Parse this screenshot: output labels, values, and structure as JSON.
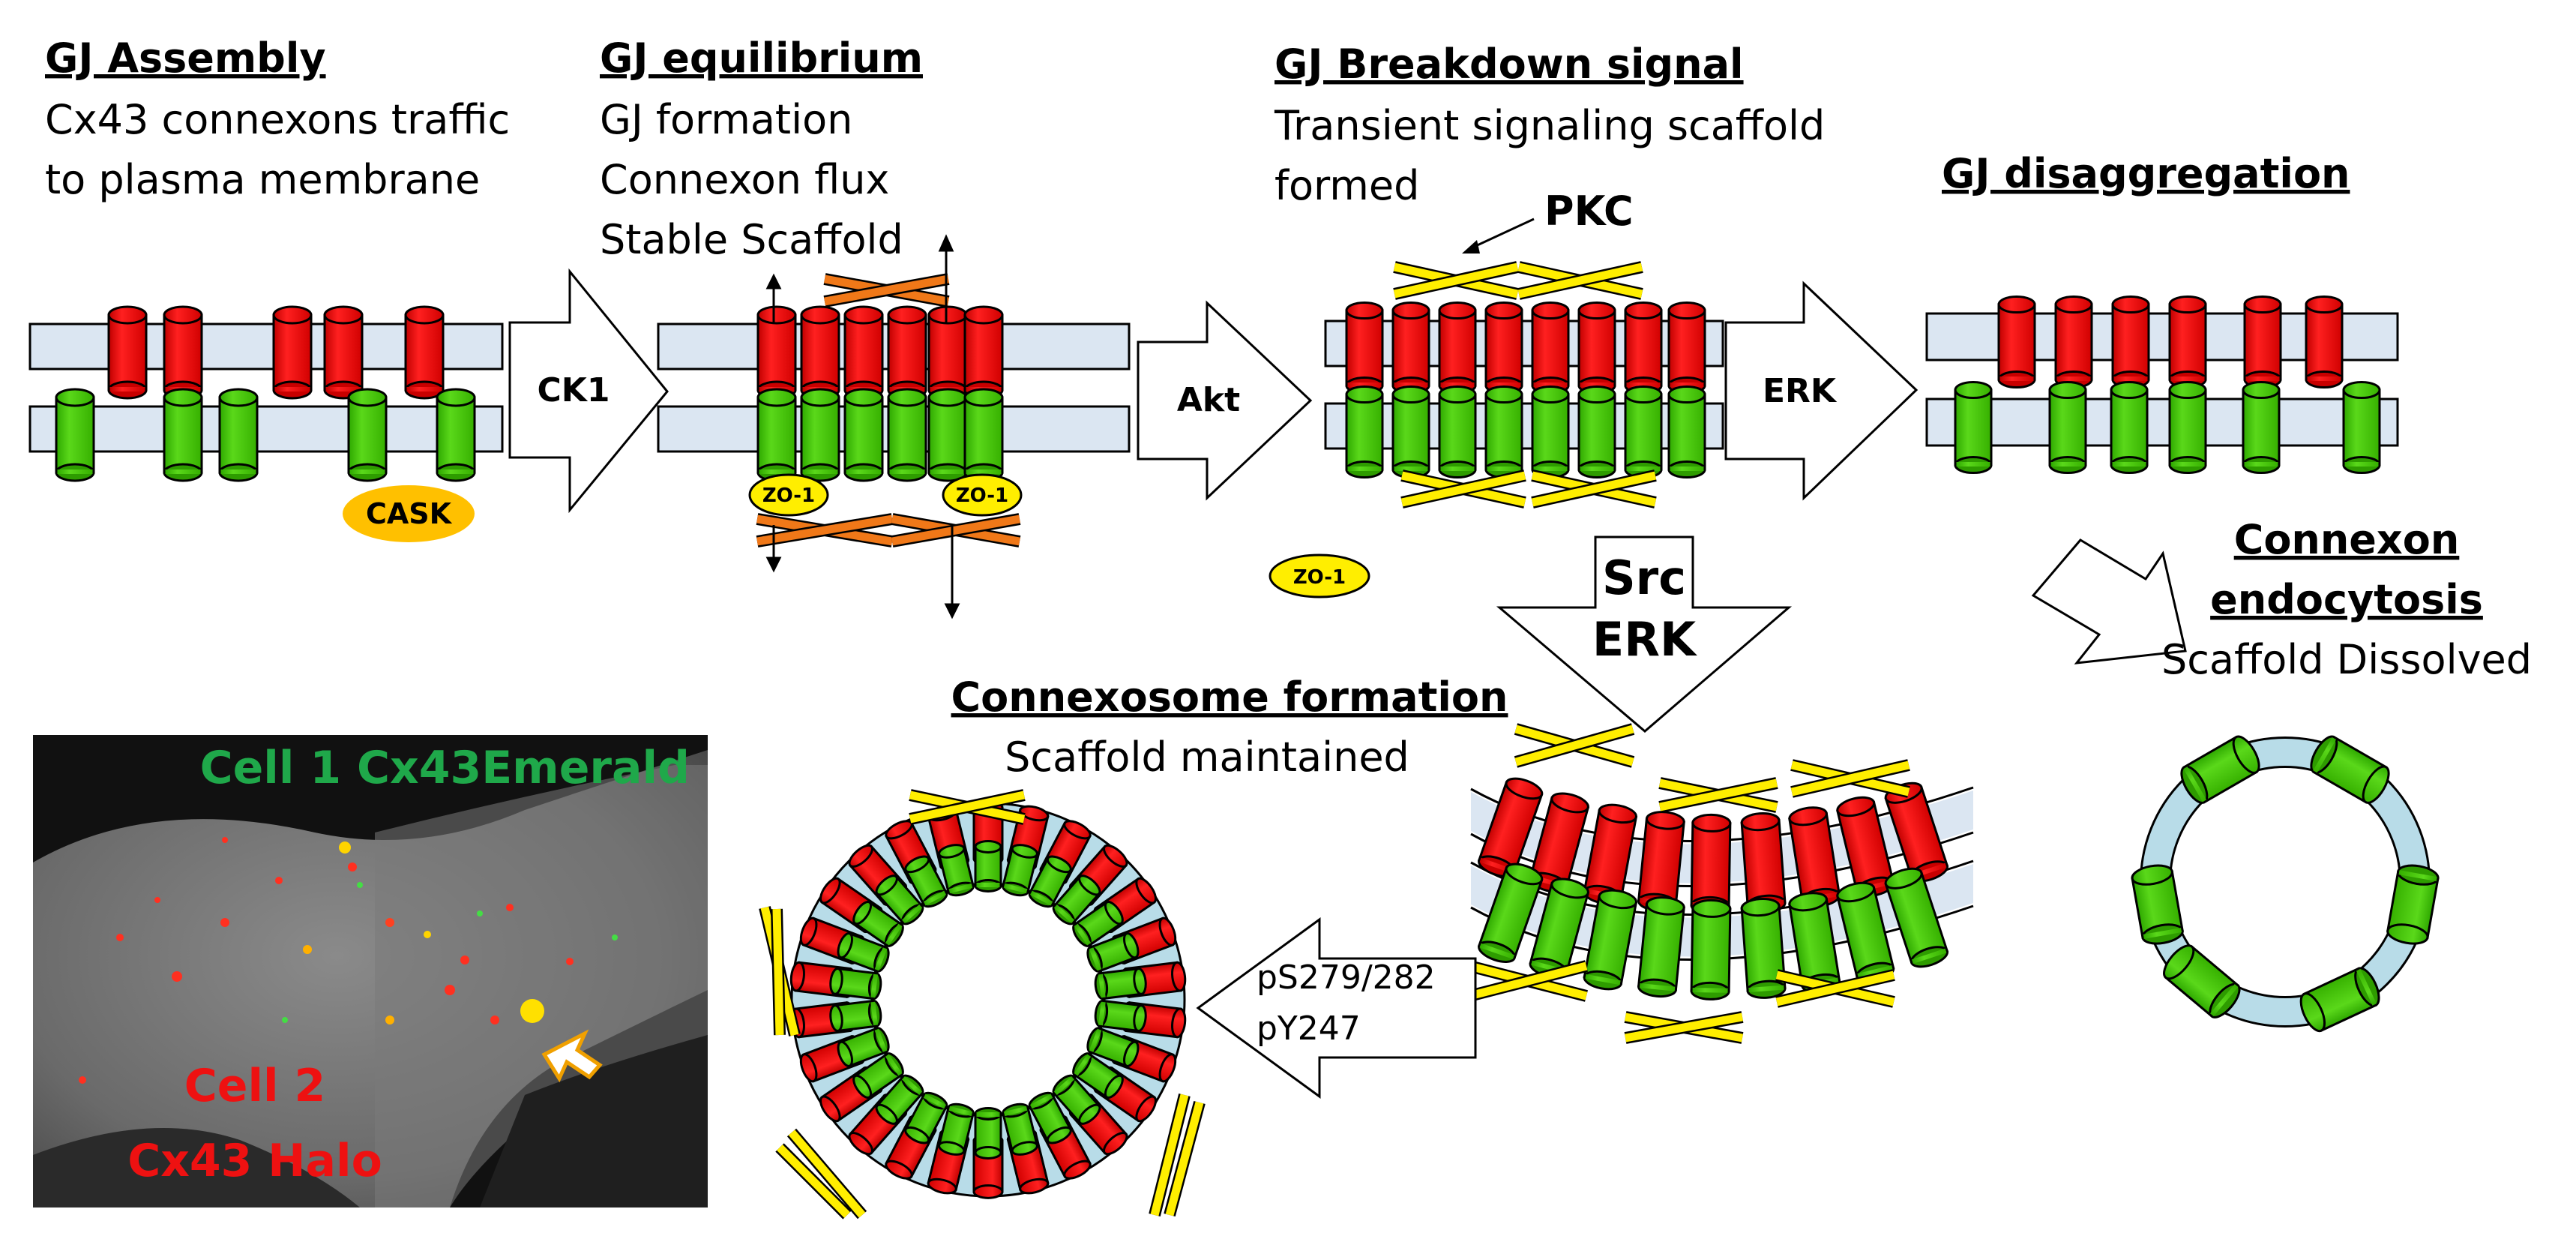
{
  "panels": {
    "assembly": {
      "title": "GJ Assembly",
      "line1": "Cx43 connexons traffic",
      "line2": "to plasma membrane"
    },
    "equilibrium": {
      "title": "GJ equilibrium",
      "line1": "GJ formation",
      "line2": "Connexon flux",
      "line3": "Stable Scaffold"
    },
    "breakdown": {
      "title": "GJ Breakdown signal",
      "line1": "Transient signaling scaffold",
      "line2": "formed"
    },
    "disaggregation": {
      "title": "GJ disaggregation"
    },
    "endocytosis": {
      "title1": "Connexon",
      "title2": "endocytosis",
      "line1": "Scaffold Dissolved"
    },
    "connexosome": {
      "title": "Connexosome formation",
      "line1": "Scaffold maintained"
    }
  },
  "arrows": {
    "ck1": "CK1",
    "akt": "Akt",
    "erk": "ERK",
    "src_line1": "Src",
    "src_line2": "ERK",
    "phospho_line1": "pS279/282",
    "phospho_line2": "pY247"
  },
  "labels": {
    "pkc": "PKC",
    "cask": "CASK",
    "zo1": "ZO-1"
  },
  "micrograph": {
    "cell1": "Cell 1 Cx43Emerald",
    "cell2_line1": "Cell 2",
    "cell2_line2": "Cx43 Halo"
  },
  "colors": {
    "red_connexon": "#ff0000",
    "green_connexon": "#44c800",
    "membrane": "#dbe6f2",
    "scaffold_yellow": "#ffee00",
    "scaffold_orange": "#f07818",
    "cask_fill": "#ffc000",
    "micro_green": "#1fa84a",
    "micro_red": "#ee1111"
  }
}
